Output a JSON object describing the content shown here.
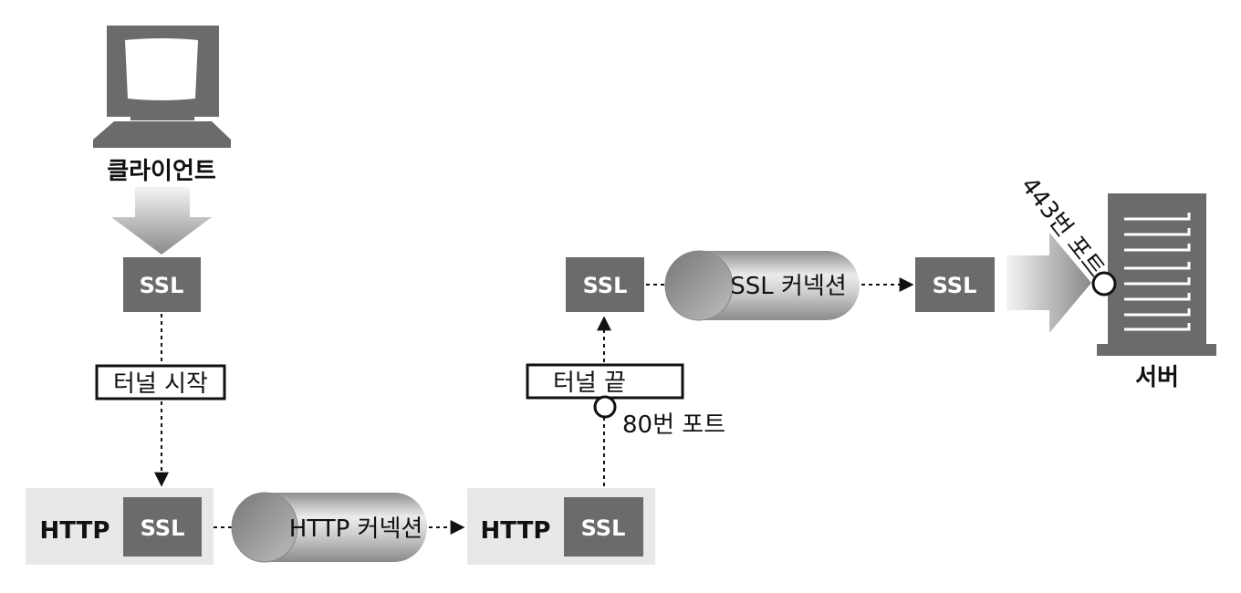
{
  "client": {
    "label": "클라이언트"
  },
  "server": {
    "label": "서버",
    "port_label": "443번 포트"
  },
  "ssl_label": "SSL",
  "http_label": "HTTP",
  "tunnel_start": "터널 시작",
  "tunnel_end": "터널 끝",
  "port80": "80번 포트",
  "http_connection": "HTTP 커넥션",
  "ssl_connection": "SSL 커넥션",
  "colors": {
    "box": "#6b6b6b",
    "panel": "#e8e8e8",
    "ink": "#111111"
  }
}
